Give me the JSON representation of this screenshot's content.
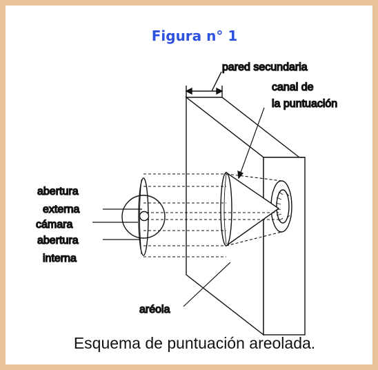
{
  "figure": {
    "title": "Figura n° 1",
    "caption": "Esquema de puntuación areolada."
  },
  "labels": {
    "secondary_wall": "pared secundaria",
    "canal_line1": "canal de",
    "canal_line2": "la puntuación",
    "outer_aperture_line1": "abertura",
    "outer_aperture_line2": "externa",
    "chamber": "cámara",
    "inner_aperture_line1": "abertura",
    "inner_aperture_line2": "interna",
    "areola": "aréola"
  },
  "colors": {
    "border": "#e8c39a",
    "title": "#2f51e0",
    "ink": "#111111"
  }
}
